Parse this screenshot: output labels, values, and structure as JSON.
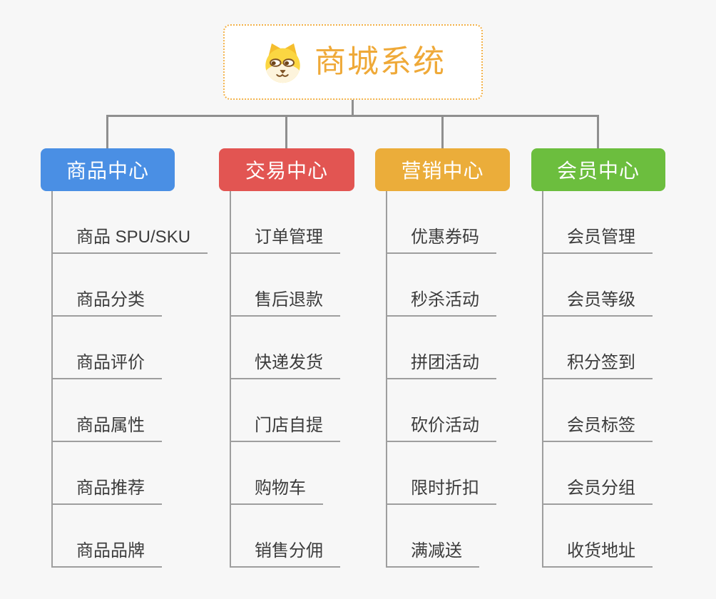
{
  "root": {
    "title": "商城系统",
    "icon": "dog-face-icon",
    "accent_color": "#efa938",
    "border_color": "#f3b24a"
  },
  "connector_color": "#8f8f8f",
  "child_line_color": "#9e9e9e",
  "child_text_color": "#3c3c3c",
  "branches": [
    {
      "label": "商品中心",
      "color": "#4a8fe4",
      "children": [
        "商品 SPU/SKU",
        "商品分类",
        "商品评价",
        "商品属性",
        "商品推荐",
        "商品品牌"
      ]
    },
    {
      "label": "交易中心",
      "color": "#e25552",
      "children": [
        "订单管理",
        "售后退款",
        "快递发货",
        "门店自提",
        "购物车",
        "销售分佣"
      ]
    },
    {
      "label": "营销中心",
      "color": "#ebad3a",
      "children": [
        "优惠券码",
        "秒杀活动",
        "拼团活动",
        "砍价活动",
        "限时折扣",
        "满减送"
      ]
    },
    {
      "label": "会员中心",
      "color": "#6cbe3e",
      "children": [
        "会员管理",
        "会员等级",
        "积分签到",
        "会员标签",
        "会员分组",
        "收货地址"
      ]
    }
  ]
}
